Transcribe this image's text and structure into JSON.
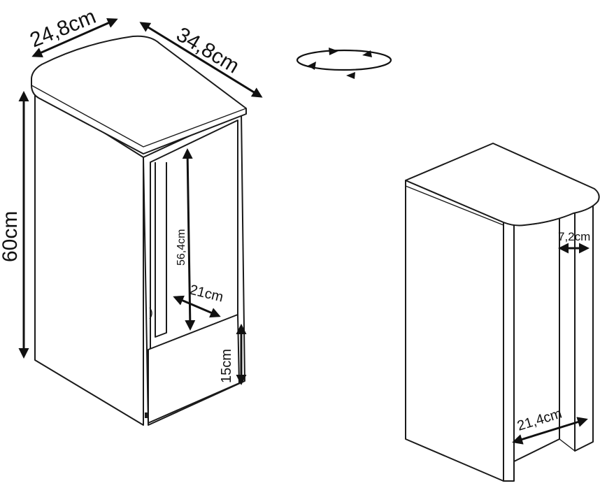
{
  "dimensions": {
    "depth": "24,8cm",
    "width": "34,8cm",
    "height": "60cm",
    "inner_height": "56,4cm",
    "inner_depth": "21cm",
    "base_height": "15cm",
    "shelf_thickness": "7,2cm",
    "back_width": "21,4cm"
  },
  "colors": {
    "line": "#1a1a1a",
    "fill": "#ffffff"
  },
  "icons": {
    "rotate": "rotate-360-icon"
  }
}
